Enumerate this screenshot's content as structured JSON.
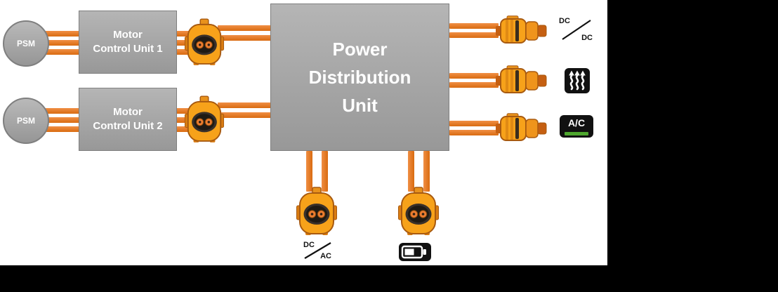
{
  "colors": {
    "background": "#000000",
    "panel": "#ffffff",
    "cable_orange": "#ED7D31",
    "connector_orange": "#F7A21A",
    "node_gray": "#A6A6A6",
    "node_text": "#FFFFFF",
    "ac_green": "#4EA72E",
    "icon_black": "#111111"
  },
  "nodes": {
    "psm_top": {
      "label": "PSM"
    },
    "psm_bottom": {
      "label": "PSM"
    },
    "mcu_top": {
      "line1": "Motor",
      "line2": "Control Unit 1"
    },
    "mcu_bottom": {
      "line1": "Motor",
      "line2": "Control Unit 2"
    },
    "pdu": {
      "line1": "Power",
      "line2": "Distribution",
      "line3": "Unit"
    }
  },
  "icons": {
    "dc_dc_converter": {
      "top_label": "DC",
      "bottom_label": "DC"
    },
    "inverter": {
      "top_label": "DC",
      "bottom_label": "AC"
    },
    "air_conditioning": {
      "label": "A/C"
    },
    "heater": {
      "name": "rear-defroster-heater-icon"
    },
    "battery": {
      "name": "hv-battery-icon"
    },
    "connector": {
      "name": "high-voltage-connector-icon"
    }
  }
}
